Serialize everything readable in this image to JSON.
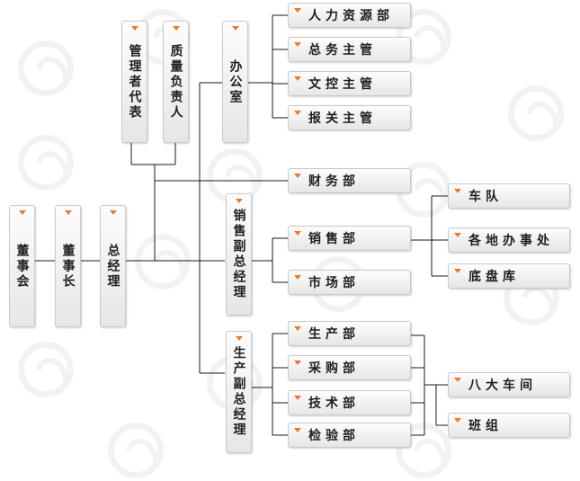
{
  "nodes": {
    "dongshihui": "董事会",
    "dongshizhang": "董事长",
    "zongjingli": "总经理",
    "guanli_daibiao": "管理者代表",
    "zhiliang_fuzeren": "质量负责人",
    "bangongshi": "办公室",
    "renli_ziyuanbu": "人力资源部",
    "zongwu_zhuguan": "总务主管",
    "wenkong_zhuguan": "文控主管",
    "baoguan_zhuguan": "报关主管",
    "caiwubu": "财务部",
    "xiaoshou_fuzongjingli": "销售副总经理",
    "xiaoshoubu": "销售部",
    "shichangbu": "市场部",
    "chedui": "车队",
    "gedi_banshichu": "各地办事处",
    "dipanku": "底盘库",
    "shengchan_fuzongjingli": "生产副总经理",
    "shengchanbu": "生产部",
    "caigoubu": "采购部",
    "jishubu": "技术部",
    "jianyanbu": "检验部",
    "bada_chejian": "八大车间",
    "banzu": "班组"
  }
}
